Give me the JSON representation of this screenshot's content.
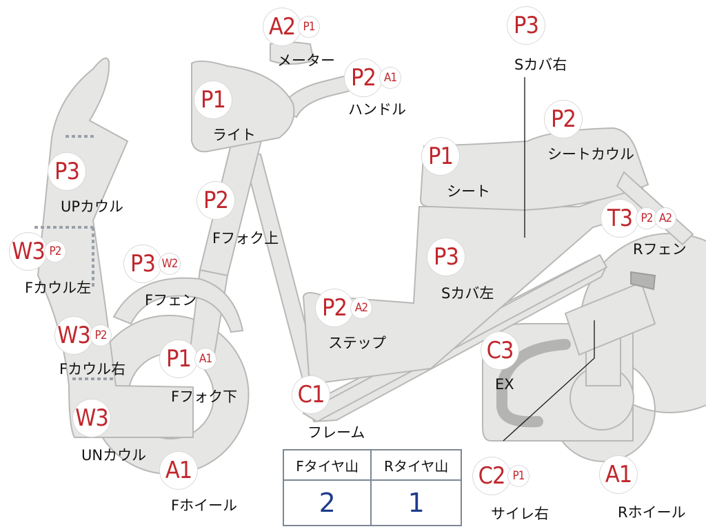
{
  "markers": [
    {
      "id": "meter",
      "grade": "A2",
      "sub": [
        "P1"
      ],
      "label": "メーター"
    },
    {
      "id": "handle",
      "grade": "P2",
      "sub": [
        "A1"
      ],
      "label": "ハンドル"
    },
    {
      "id": "light",
      "grade": "P1",
      "sub": [],
      "label": "ライト"
    },
    {
      "id": "ffork-upper",
      "grade": "P2",
      "sub": [],
      "label": "Fフォク上"
    },
    {
      "id": "up-cowl",
      "grade": "P3",
      "sub": [],
      "label": "UPカウル"
    },
    {
      "id": "f-cowl-left",
      "grade": "W3",
      "sub": [
        "P2"
      ],
      "label": "Fカウル左"
    },
    {
      "id": "f-fender",
      "grade": "P3",
      "sub": [
        "W2"
      ],
      "label": "Fフェン"
    },
    {
      "id": "f-cowl-right",
      "grade": "W3",
      "sub": [
        "P2"
      ],
      "label": "Fカウル右"
    },
    {
      "id": "ffork-lower",
      "grade": "P1",
      "sub": [
        "A1"
      ],
      "label": "Fフォク下"
    },
    {
      "id": "un-cowl",
      "grade": "W3",
      "sub": [],
      "label": "UNカウル"
    },
    {
      "id": "f-wheel",
      "grade": "A1",
      "sub": [],
      "label": "Fホイール"
    },
    {
      "id": "frame",
      "grade": "C1",
      "sub": [],
      "label": "フレーム"
    },
    {
      "id": "step",
      "grade": "P2",
      "sub": [
        "A2"
      ],
      "label": "ステップ"
    },
    {
      "id": "s-cover-left",
      "grade": "P3",
      "sub": [],
      "label": "Sカバ左"
    },
    {
      "id": "s-cover-right",
      "grade": "P3",
      "sub": [],
      "label": "Sカバ右"
    },
    {
      "id": "seat",
      "grade": "P1",
      "sub": [],
      "label": "シート"
    },
    {
      "id": "seat-cowl",
      "grade": "P2",
      "sub": [],
      "label": "シートカウル"
    },
    {
      "id": "r-fender",
      "grade": "T3",
      "sub": [
        "P2",
        "A2"
      ],
      "label": "Rフェン"
    },
    {
      "id": "exhaust",
      "grade": "C3",
      "sub": [],
      "label": "EX"
    },
    {
      "id": "muffler-right",
      "grade": "C2",
      "sub": [
        "P1"
      ],
      "label": "サイレ右"
    },
    {
      "id": "r-wheel",
      "grade": "A1",
      "sub": [],
      "label": "Rホイール"
    }
  ],
  "tire_table": {
    "headers": [
      "Fタイヤ山",
      "Rタイヤ山"
    ],
    "values": [
      "2",
      "1"
    ]
  },
  "colors": {
    "grade": "#c0272d",
    "tire_value": "#1d3c8c",
    "part_fill": "#e6e6e4"
  }
}
